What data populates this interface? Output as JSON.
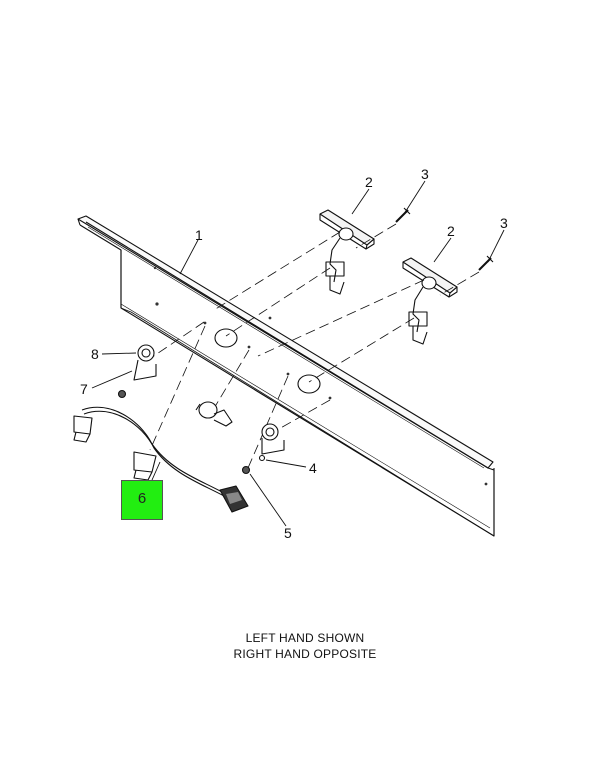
{
  "callouts": [
    {
      "id": "1",
      "text": "1"
    },
    {
      "id": "2a",
      "text": "2"
    },
    {
      "id": "3a",
      "text": "3"
    },
    {
      "id": "2b",
      "text": "2"
    },
    {
      "id": "3b",
      "text": "3"
    },
    {
      "id": "8",
      "text": "8"
    },
    {
      "id": "7",
      "text": "7"
    },
    {
      "id": "4",
      "text": "4"
    },
    {
      "id": "5",
      "text": "5"
    }
  ],
  "highlighted_callout": "6",
  "highlight_color": "#22ee11",
  "caption": {
    "line1": "LEFT HAND SHOWN",
    "line2": "RIGHT HAND OPPOSITE"
  }
}
